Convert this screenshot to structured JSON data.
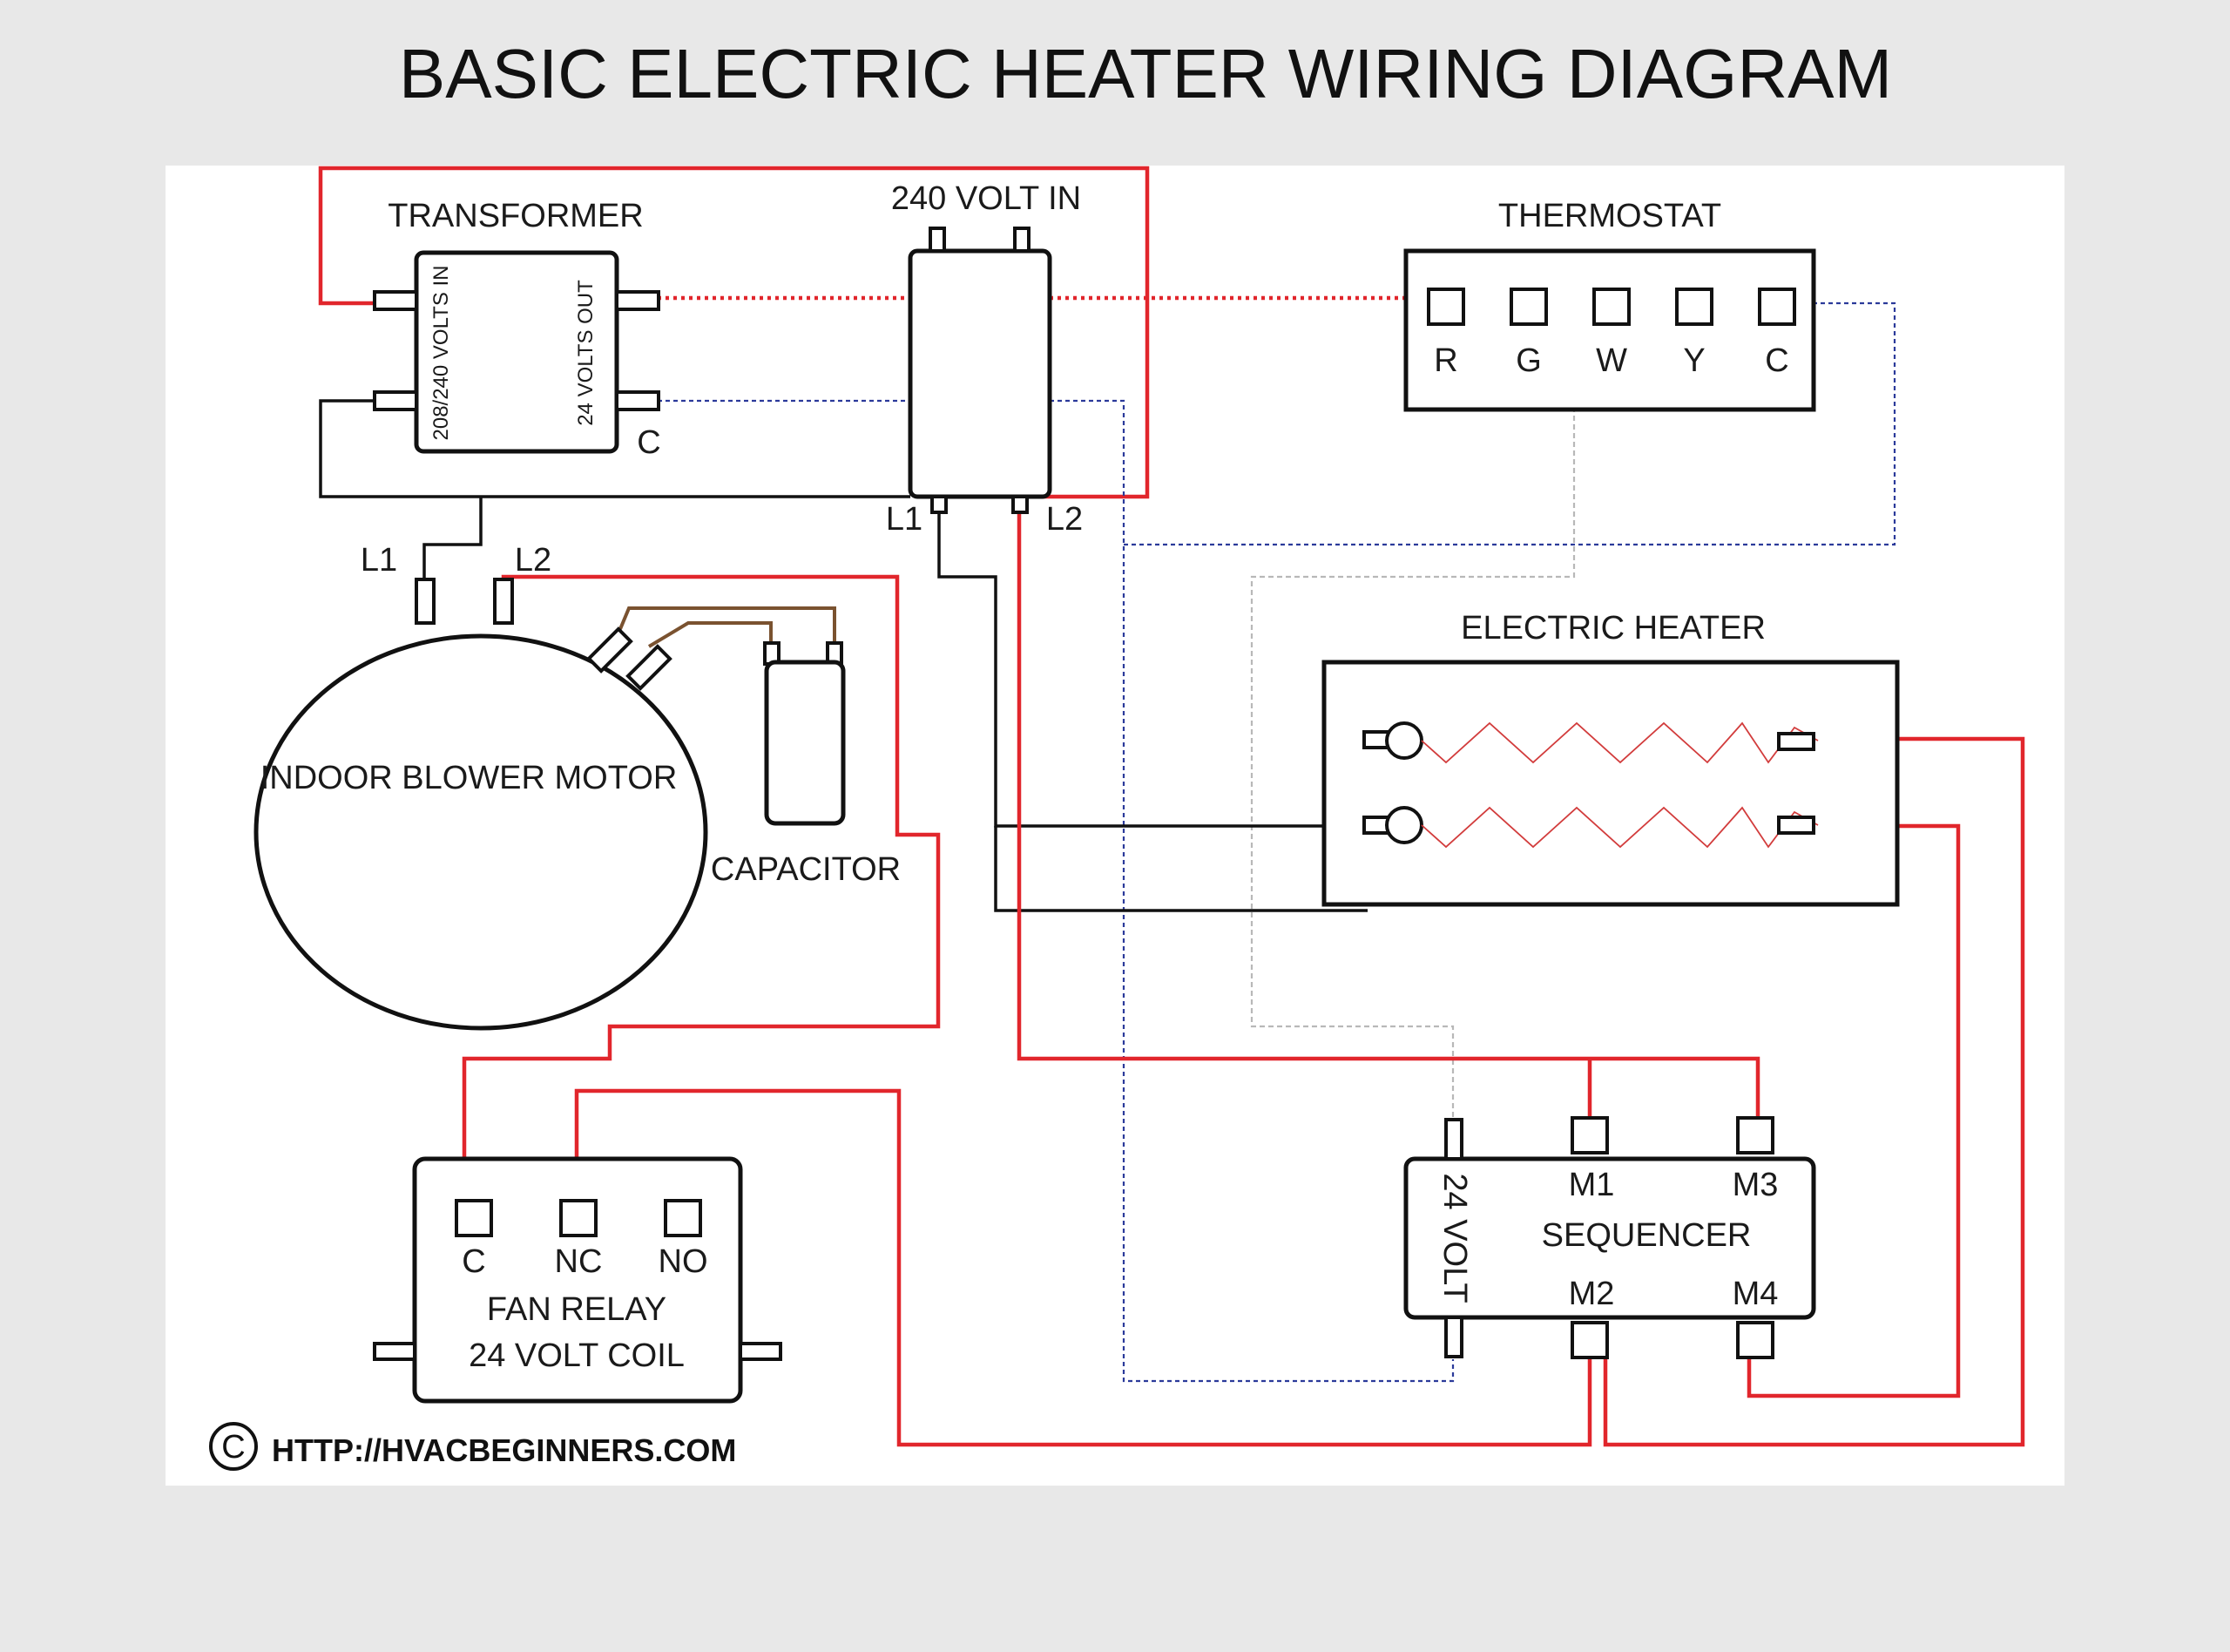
{
  "title": "BASIC ELECTRIC HEATER WIRING DIAGRAM",
  "transformer": {
    "label": "TRANSFORMER",
    "in_label": "208/240 VOLTS IN",
    "out_label": "24 VOLTS OUT",
    "common_label": "C"
  },
  "supply": {
    "label": "240 VOLT IN",
    "l1": "L1",
    "l2": "L2"
  },
  "thermostat": {
    "label": "THERMOSTAT",
    "terminals": [
      "R",
      "G",
      "W",
      "Y",
      "C"
    ]
  },
  "motor": {
    "label": "INDOOR BLOWER MOTOR",
    "l1": "L1",
    "l2": "L2"
  },
  "capacitor": {
    "label": "CAPACITOR"
  },
  "heater": {
    "label": "ELECTRIC HEATER"
  },
  "fan_relay": {
    "line1": "FAN RELAY",
    "line2": "24 VOLT COIL",
    "terminals": [
      "C",
      "NC",
      "NO"
    ]
  },
  "sequencer": {
    "label": "SEQUENCER",
    "coil_label": "24 VOLT",
    "m1": "M1",
    "m2": "M2",
    "m3": "M3",
    "m4": "M4"
  },
  "footer": {
    "copyright_symbol": "C",
    "url": "HTTP://HVACBEGINNERS.COM"
  },
  "colors": {
    "line_voltage": "#e1262c",
    "low_voltage_common": "#2b3a9a",
    "low_voltage_control": "#b8b8b8",
    "neutral": "#111111",
    "capacitor_leads": "#7a5230"
  }
}
